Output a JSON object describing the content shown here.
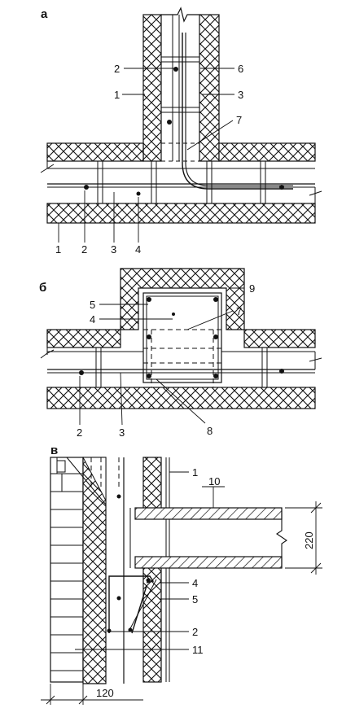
{
  "sections": {
    "a": {
      "letter": "а",
      "labels": [
        "2",
        "6",
        "1",
        "3",
        "7",
        "1",
        "2",
        "3",
        "4"
      ]
    },
    "b": {
      "letter": "б",
      "labels": [
        "5",
        "9",
        "4",
        "7",
        "2",
        "3",
        "8"
      ]
    },
    "v": {
      "letter": "в",
      "labels": [
        "1",
        "10",
        "4",
        "5",
        "2",
        "11"
      ],
      "dimensions": [
        "220",
        "120"
      ]
    }
  }
}
